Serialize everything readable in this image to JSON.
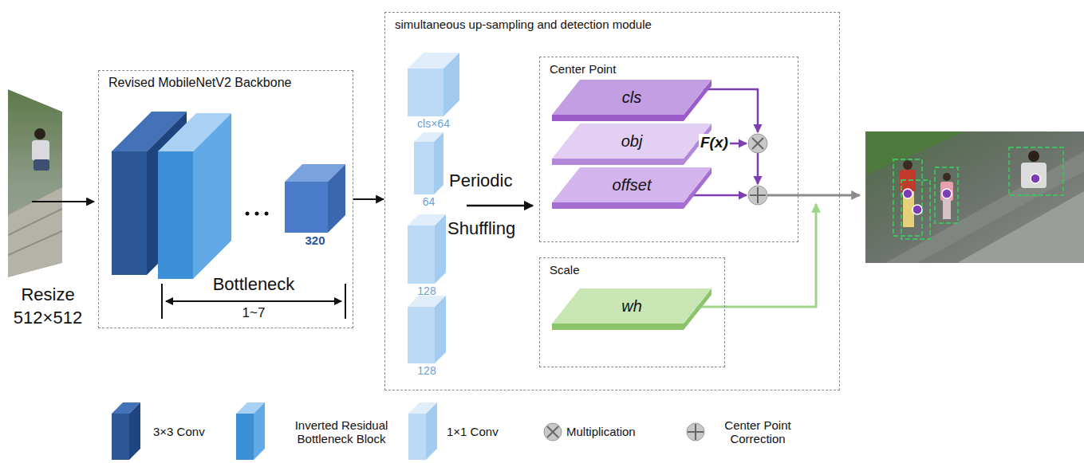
{
  "diagram": {
    "nodes": [
      {
        "text": [
          "Revised MobileNetV2 Backbone"
        ]
      },
      {
        "text": [
          "320"
        ],
        "in": 0
      },
      {
        "text": [
          "simultaneous up-sampling and detection module"
        ]
      },
      {
        "text": [
          "cls×64"
        ],
        "in": 2
      },
      {
        "text": [
          "64"
        ],
        "in": 2
      },
      {
        "text": [
          "128"
        ],
        "in": 2
      },
      {
        "text": [
          "128"
        ],
        "in": 2
      },
      {
        "text": [
          "Center Point"
        ],
        "in": 2
      },
      {
        "text": [
          "cls"
        ],
        "in": 7
      },
      {
        "text": [
          "obj"
        ],
        "in": 7
      },
      {
        "text": [
          "offset"
        ],
        "in": 7
      },
      {
        "text": [
          "Scale"
        ],
        "in": 2
      },
      {
        "text": [
          "wh"
        ],
        "in": 11
      }
    ],
    "edges": [
      {
        "from": 0,
        "to": 2,
        "arrow": "to"
      }
    ],
    "labels": [
      "Resize",
      "512×512",
      "Bottleneck",
      "1~7",
      "Periodic",
      "Shuffling",
      "F(x)"
    ],
    "legend": [
      {
        "text": "3×3 Conv"
      },
      {
        "text": "Inverted Residual Bottleneck Block"
      },
      {
        "text": "1×1 Conv"
      },
      {
        "text": "Multiplication"
      },
      {
        "text": "Center Point Correction"
      }
    ]
  }
}
